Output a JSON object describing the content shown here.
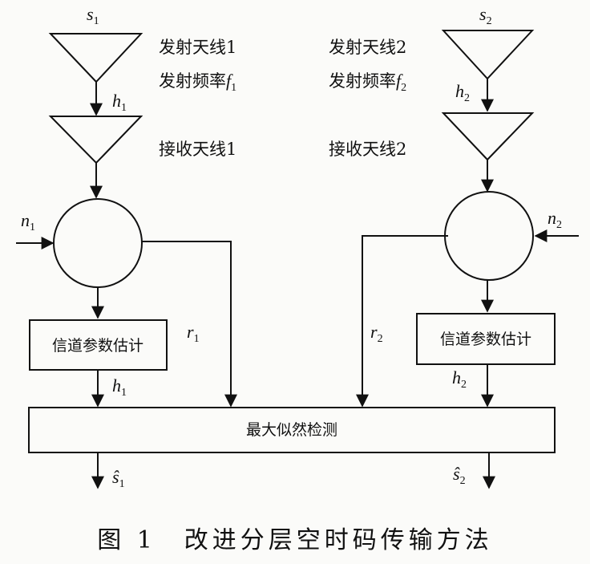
{
  "tx1": {
    "symbol": "s",
    "symbol_sub": "1",
    "antenna_label": "发射天线1",
    "freq_label": "发射频率",
    "freq_var": "f",
    "freq_sub": "1"
  },
  "tx2": {
    "symbol": "s",
    "symbol_sub": "2",
    "antenna_label": "发射天线2",
    "freq_label": "发射频率",
    "freq_var": "f",
    "freq_sub": "2"
  },
  "rx1": {
    "antenna_label": "接收天线1"
  },
  "rx2": {
    "antenna_label": "接收天线2"
  },
  "channel1": {
    "var": "h",
    "sub": "1"
  },
  "channel2": {
    "var": "h",
    "sub": "2"
  },
  "noise1": {
    "var": "n",
    "sub": "1"
  },
  "noise2": {
    "var": "n",
    "sub": "2"
  },
  "received1": {
    "var": "r",
    "sub": "1"
  },
  "received2": {
    "var": "r",
    "sub": "2"
  },
  "estimator1": {
    "label": "信道参数估计"
  },
  "estimator2": {
    "label": "信道参数估计"
  },
  "detector": {
    "label": "最大似然检测"
  },
  "output1": {
    "var": "ŝ",
    "sub": "1"
  },
  "output2": {
    "var": "ŝ",
    "sub": "2"
  },
  "caption": "图 1　改进分层空时码传输方法"
}
